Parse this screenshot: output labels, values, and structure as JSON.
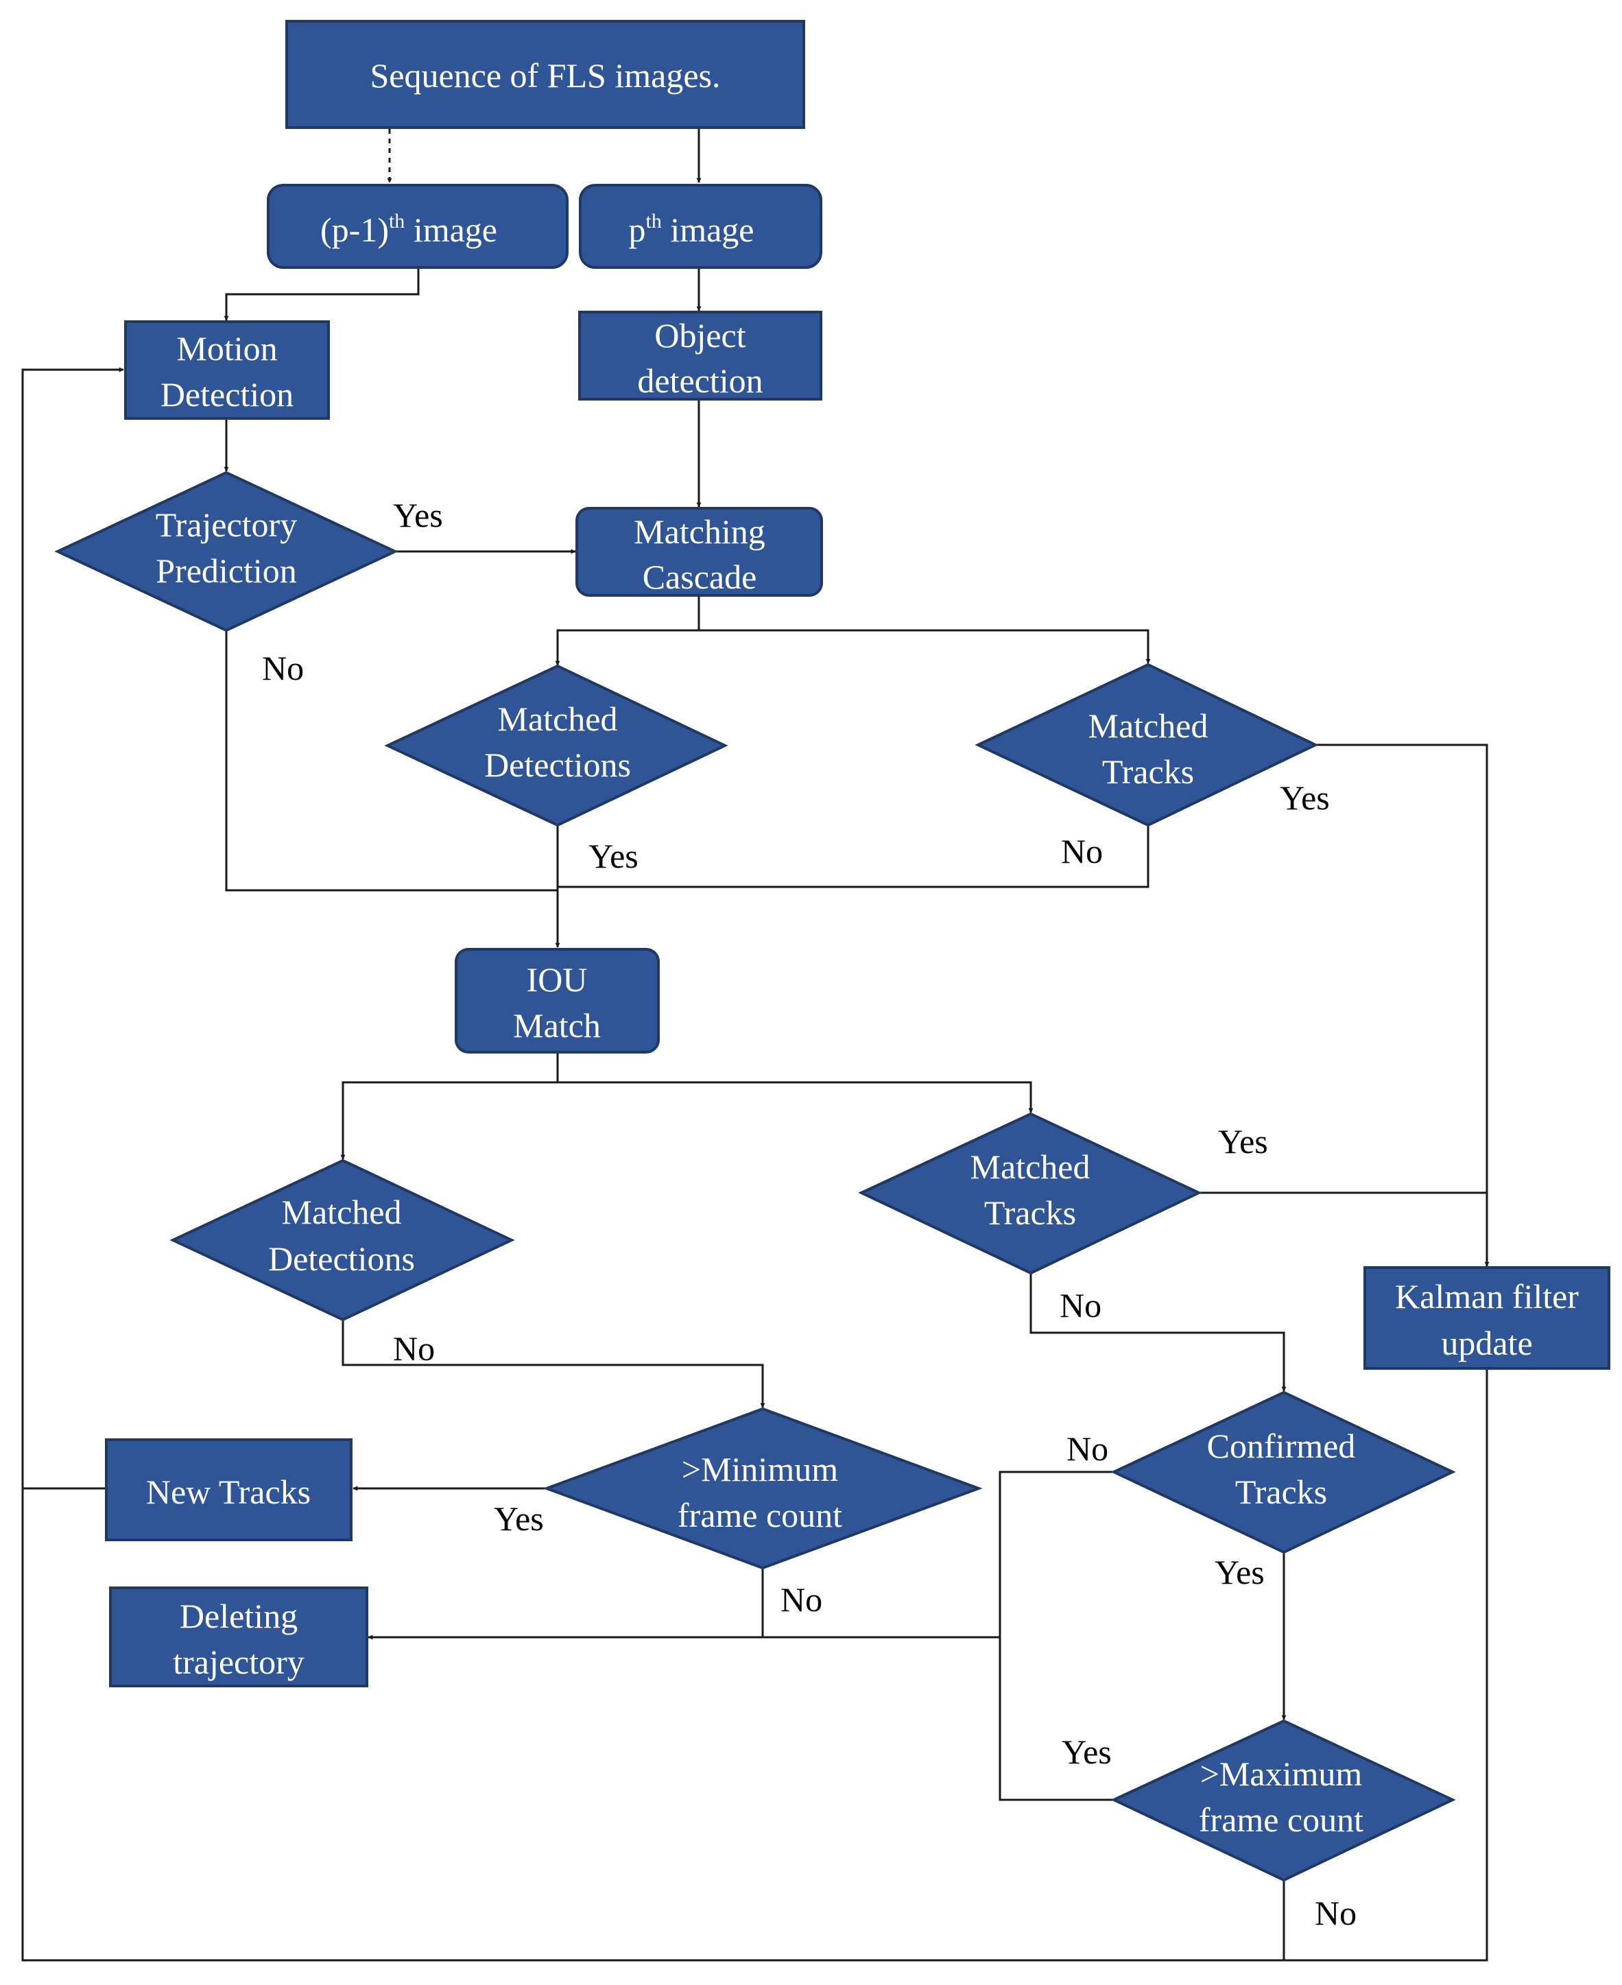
{
  "colors": {
    "node_fill": "#2f5597",
    "node_border": "#1f3864",
    "connector": "#1a1a1a",
    "label_text": "#000000"
  },
  "nodes": {
    "sequence": {
      "text": "Sequence of FLS images."
    },
    "prev_image": {
      "base": "(p-1)",
      "sup": "th",
      "rest": " image"
    },
    "curr_image": {
      "base": "p",
      "sup": "th",
      "rest": " image"
    },
    "motion_detection": {
      "line1": "Motion",
      "line2": "Detection"
    },
    "object_detection": {
      "line1": "Object",
      "line2": "detection"
    },
    "trajectory_prediction": {
      "line1": "Trajectory",
      "line2": "Prediction"
    },
    "matching_cascade": {
      "line1": "Matching",
      "line2": "Cascade"
    },
    "matched_detections_1": {
      "line1": "Matched",
      "line2": "Detections"
    },
    "matched_tracks_1": {
      "line1": "Matched",
      "line2": "Tracks"
    },
    "iou_match": {
      "line1": "IOU",
      "line2": "Match"
    },
    "matched_detections_2": {
      "line1": "Matched",
      "line2": "Detections"
    },
    "matched_tracks_2": {
      "line1": "Matched",
      "line2": "Tracks"
    },
    "kalman_update": {
      "line1": "Kalman filter",
      "line2": "update"
    },
    "min_frame_count": {
      "line1": ">Minimum",
      "line2": "frame count"
    },
    "confirmed_tracks": {
      "line1": "Confirmed",
      "line2": "Tracks"
    },
    "new_tracks": {
      "text": "New Tracks"
    },
    "deleting_trajectory": {
      "line1": "Deleting",
      "line2": "trajectory"
    },
    "max_frame_count": {
      "line1": ">Maximum",
      "line2": "frame count"
    }
  },
  "edge_labels": {
    "trajectory_yes": "Yes",
    "trajectory_no": "No",
    "matched_det1_yes": "Yes",
    "matched_tracks1_yes": "Yes",
    "matched_tracks1_no": "No",
    "matched_tracks2_yes": "Yes",
    "matched_tracks2_no": "No",
    "matched_det2_no": "No",
    "min_frame_yes": "Yes",
    "min_frame_no": "No",
    "confirmed_no": "No",
    "confirmed_yes": "Yes",
    "max_frame_yes": "Yes",
    "max_frame_no": "No"
  }
}
